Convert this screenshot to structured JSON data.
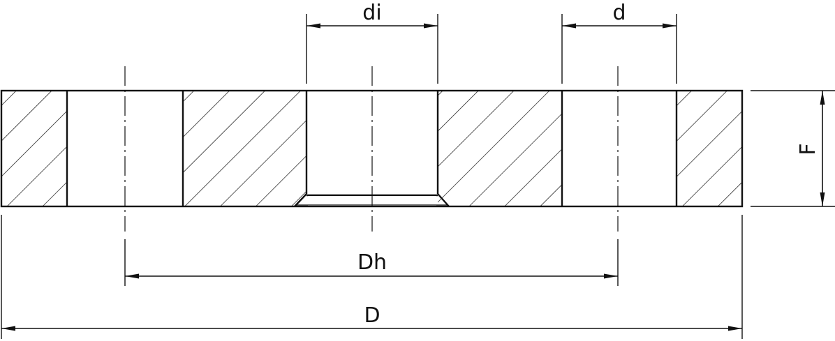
{
  "diagram": {
    "dimensions": {
      "di": "di",
      "d": "d",
      "F": "F",
      "Dh": "Dh",
      "D": "D"
    },
    "colors": {
      "line": "#111111",
      "background": "#ffffff"
    }
  }
}
